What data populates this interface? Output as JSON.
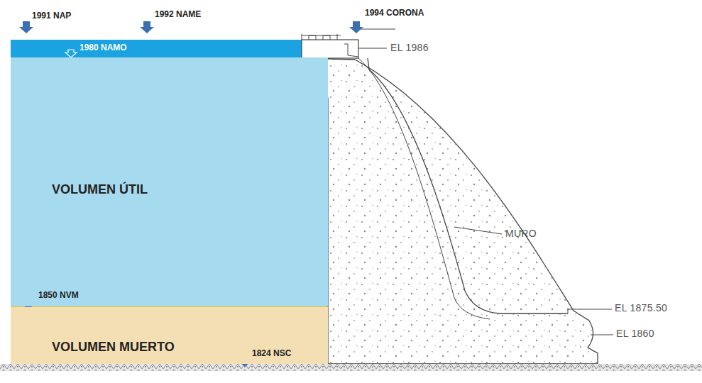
{
  "diagram": {
    "nodes": [
      {
        "text": [
          "VOLUMEN ÚTIL"
        ]
      },
      {
        "text": [
          "VOLUMEN MUERTO"
        ]
      }
    ],
    "labels": [
      "1991 NAP",
      "1992 NAME",
      "1994 CORONA",
      "1980 NAMO",
      "EL 1986",
      "MURO",
      "EL 1875.50",
      "EL 1860",
      "1850 NVM",
      "1824 NSC"
    ]
  }
}
